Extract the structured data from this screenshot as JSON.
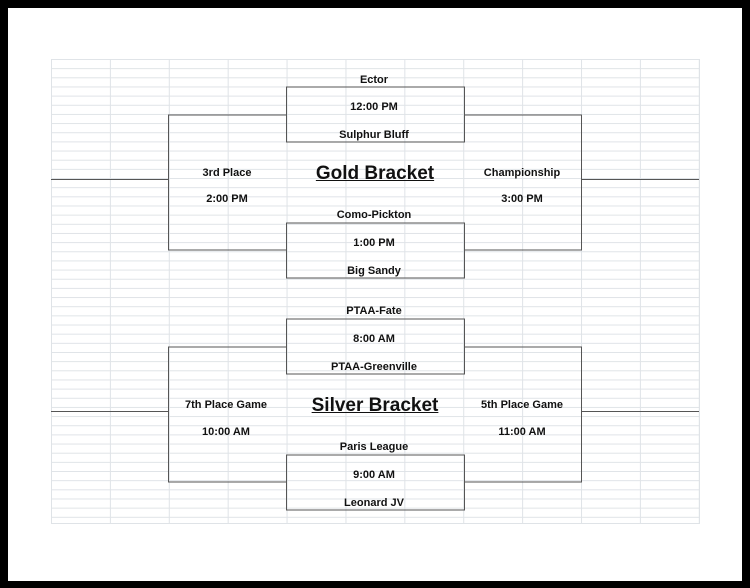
{
  "gold": {
    "title": "Gold Bracket",
    "top_game": {
      "team1": "Ector",
      "time": "12:00 PM",
      "team2": "Sulphur Bluff"
    },
    "bottom_game": {
      "team1": "Como-Pickton",
      "time": "1:00 PM",
      "team2": "Big Sandy"
    },
    "left_game": {
      "label": "3rd Place",
      "time": "2:00 PM"
    },
    "right_game": {
      "label": "Championship",
      "time": "3:00 PM"
    }
  },
  "silver": {
    "title": "Silver Bracket",
    "top_game": {
      "team1": "PTAA-Fate",
      "time": "8:00 AM",
      "team2": "PTAA-Greenville"
    },
    "bottom_game": {
      "team1": "Paris League",
      "time": "9:00 AM",
      "team2": "Leonard JV"
    },
    "left_game": {
      "label": "7th Place Game",
      "time": "10:00 AM"
    },
    "right_game": {
      "label": "5th Place Game",
      "time": "11:00 AM"
    }
  },
  "colors": {
    "frame": "#000000",
    "sheet": "#ffffff",
    "gridline": "#dfe3e7",
    "bracket_line": "#555555"
  }
}
